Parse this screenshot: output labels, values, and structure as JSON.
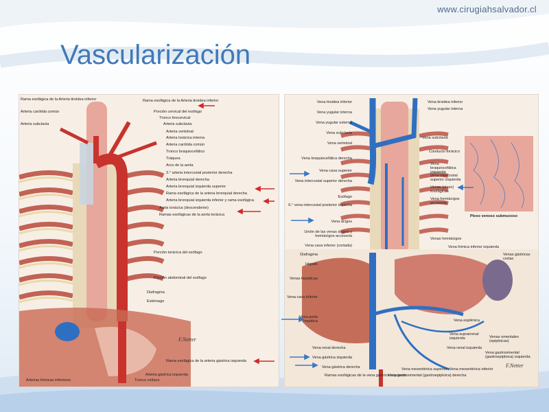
{
  "header": {
    "url": "www.cirugiahsalvador.cl"
  },
  "slide": {
    "title": "Vascularización"
  },
  "left_panel": {
    "labels": [
      "Rama esofágica de la Arteria tiroidea inferior",
      "Arteria carótida común",
      "Arteria subclavia",
      "Rama esofágica de la Arteria tiroidea inferior",
      "Porción cervical del esófago",
      "Tronco tirocervical",
      "Arteria subclavia",
      "Arteria vertebral",
      "Arteria torácica interna",
      "Arteria carótida común",
      "Tronco braquiocefálico",
      "Tráquea",
      "Arco de la aorta",
      "3.° arteria intercostal posterior derecha",
      "Arteria bronquial derecha",
      "Arteria bronquial izquierda superior",
      "Rama esofágica de la arteria bronquial derecha",
      "Arteria bronquial izquierda inferior y rama esofágica",
      "Aorta torácica (descendente)",
      "Ramas esofágicas de la aorta torácica",
      "Porción torácica del esófago",
      "Porción abdominal del esófago",
      "Diafragma",
      "Estómago",
      "Rama esofágica de la arteria gástrica izquierda",
      "Arteria gástrica izquierda",
      "Tronco celíaco",
      "Arterias frénicas inferiores"
    ]
  },
  "right_panel": {
    "labels_left": [
      "Vena tiroidea inferior",
      "Vena yugular interna",
      "Vena yugular externa",
      "Vena subclavia",
      "Vena vertebral",
      "Vena braquiocefálica derecha",
      "Vena cava superior",
      "Vena intercostal superior derecha",
      "Esófago",
      "6.° vena intercostal posterior derecha",
      "Vena ácigos",
      "Unión de las venas ácigos y hemiácigos accesoria",
      "Vena cava inferior (cortada)",
      "Diafragma",
      "Hígado",
      "Venas hepáticas",
      "Vena cava inferior",
      "Vena porta hepática",
      "Vena renal derecha",
      "Vena gástrica izquierda",
      "Vena gástrica derecha",
      "Ramas esofágicas de la vena gástrica izquierda"
    ],
    "labels_right": [
      "Vena tiroidea inferior",
      "Vena yugular interna",
      "Vena subclavia",
      "Conducto torácico",
      "Vena braquiocefálica izquierda",
      "Vena intercostal superior izquierda",
      "Venas (plexo) esofágicas",
      "Vena hemiácigos accesoria",
      "Venas hemiácigos",
      "Vena frénica inferior izquierda",
      "Venas gástricas cortas",
      "Vena esplénica",
      "Vena suprarrenal izquierda",
      "Vena renal izquierda",
      "Venas omentales (epiploicas)",
      "Vena gastroomental (gastroepiploica) izquierda",
      "Vena mesentérica inferior",
      "Vena mesentérica superior",
      "Vena gastroomental (gastroepiploica) derecha"
    ],
    "inset_label": "Plexo venoso submucoso"
  },
  "colors": {
    "title": "#3f78b9",
    "artery": "#c8332d",
    "vein": "#2f6fc1",
    "arrow_red": "#d22a2a",
    "arrow_blue": "#3a78c4"
  }
}
